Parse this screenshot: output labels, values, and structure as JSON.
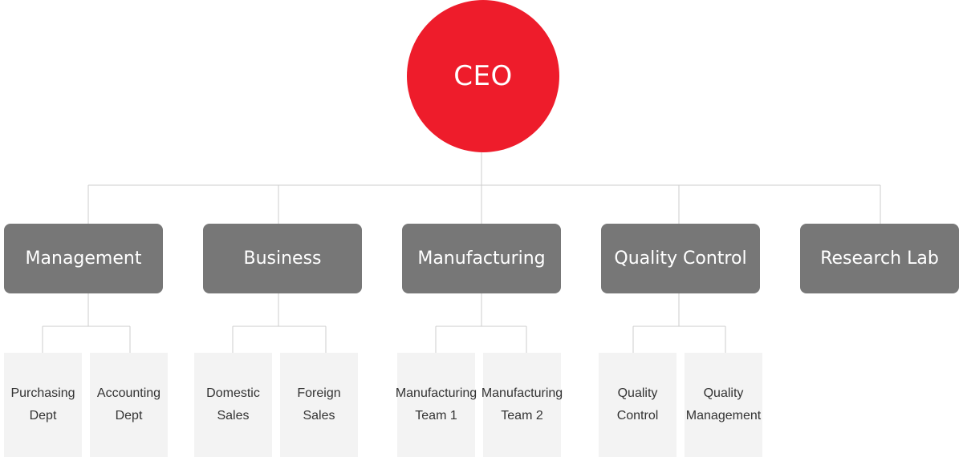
{
  "ceo": {
    "label": "CEO"
  },
  "departments": [
    {
      "label": "Management",
      "subs": [
        {
          "label": "Purchasing\nDept"
        },
        {
          "label": "Accounting\nDept"
        }
      ]
    },
    {
      "label": "Business",
      "subs": [
        {
          "label": "Domestic\nSales"
        },
        {
          "label": "Foreign\nSales"
        }
      ]
    },
    {
      "label": "Manufacturing",
      "subs": [
        {
          "label": "Manufacturing\nTeam 1"
        },
        {
          "label": "Manufacturing\nTeam 2"
        }
      ]
    },
    {
      "label": "Quality Control",
      "subs": [
        {
          "label": "Quality\nControl"
        },
        {
          "label": "Quality\nManagement"
        }
      ]
    },
    {
      "label": "Research Lab",
      "subs": []
    }
  ],
  "colors": {
    "ceo": "#ee1c2b",
    "department": "#777777",
    "sub_unit": "#f3f3f3",
    "connector": "#cccccc"
  }
}
